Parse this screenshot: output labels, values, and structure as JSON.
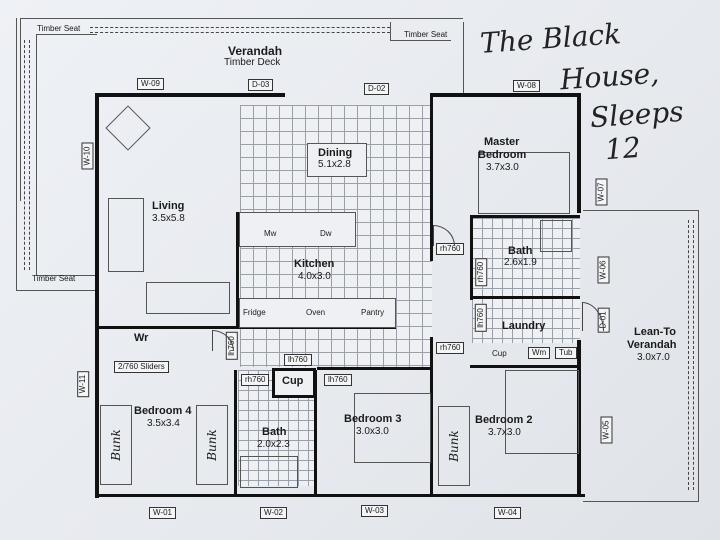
{
  "title": {
    "line1": "The Black",
    "line2": "House,",
    "line3": "Sleeps",
    "line4": "12"
  },
  "verandah": {
    "name": "Verandah",
    "sub": "Timber Deck",
    "seat_left_top": "Timber Seat",
    "seat_right_top": "Timber Seat",
    "seat_left_bottom": "Timber Seat"
  },
  "rooms": {
    "living": {
      "name": "Living",
      "dim": "3.5x5.8"
    },
    "dining": {
      "name": "Dining",
      "dim": "5.1x2.8"
    },
    "kitchen": {
      "name": "Kitchen",
      "dim": "4.0x3.0"
    },
    "master": {
      "name_line1": "Master",
      "name_line2": "Bedroom",
      "dim": "3.7x3.0"
    },
    "bath_ensuite": {
      "name": "Bath",
      "dim": "2.6x1.9"
    },
    "laundry": {
      "name": "Laundry"
    },
    "lean_to": {
      "name_line1": "Lean-To",
      "name_line2": "Verandah",
      "dim": "3.0x7.0"
    },
    "bedroom4": {
      "name": "Bedroom 4",
      "dim": "3.5x3.4"
    },
    "bath_main": {
      "name": "Bath",
      "dim": "2.0x2.3"
    },
    "bedroom3": {
      "name": "Bedroom 3",
      "dim": "3.0x3.0"
    },
    "bedroom2": {
      "name": "Bedroom 2",
      "dim": "3.7x3.0"
    }
  },
  "fixtures": {
    "mw": "Mw",
    "dw": "Dw",
    "fridge": "Fridge",
    "oven": "Oven",
    "pantry": "Pantry",
    "wr": "Wr",
    "sliders": "2/760 Sliders",
    "cup_main": "Cup",
    "cup_laundry": "Cup",
    "wm": "Wm",
    "tub": "Tub",
    "bunk": "Bunk"
  },
  "doors": {
    "rh760_master": "rh760",
    "rh760_bath": "rh760",
    "lh760_laundry": "lh760",
    "rh760_laundry_hall": "rh760",
    "lh760_kitchen": "lh760",
    "lh760_cup": "lh760",
    "rh760_bath_main": "rh760",
    "lh760_bed3": "lh760",
    "rh760_bed2": "rh760"
  },
  "openings": {
    "w01": "W-01",
    "w02": "W-02",
    "w03": "W-03",
    "w04": "W-04",
    "w05": "W-05",
    "w06": "W-06",
    "w07": "W-07",
    "w08": "W-08",
    "w09": "W-09",
    "w10": "W-10",
    "w11": "W-11",
    "d01": "D-01",
    "d02": "D-02",
    "d03": "D-03"
  }
}
